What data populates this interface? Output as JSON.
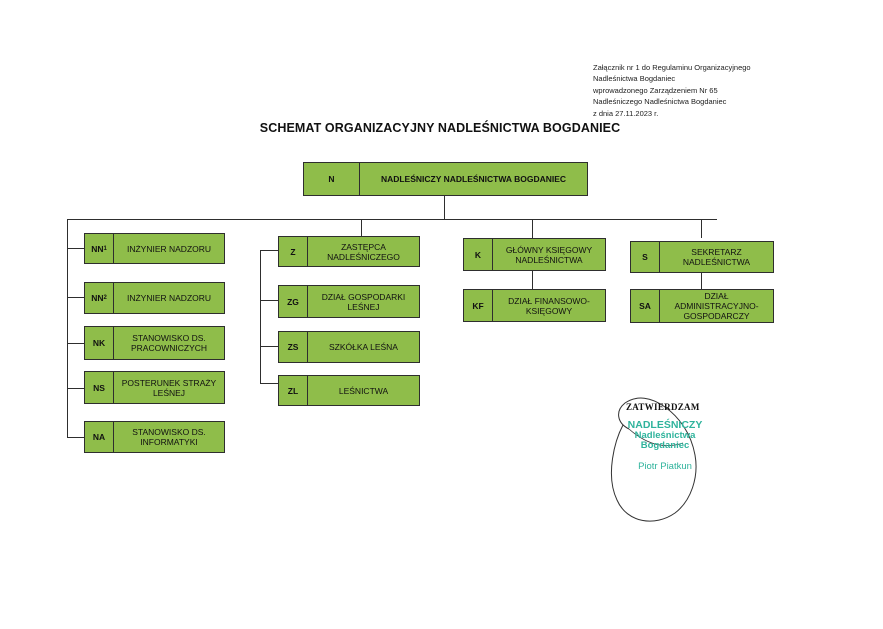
{
  "header_note": [
    "Załącznik nr 1 do Regulaminu Organizacyjnego",
    "Nadleśnictwa Bogdaniec",
    "wprowadzonego Zarządzeniem Nr 65",
    "Nadleśniczego Nadleśnictwa Bogdaniec",
    "z dnia 27.11.2023 r."
  ],
  "title": "SCHEMAT ORGANIZACYJNY NADLEŚNICTWA BOGDANIEC",
  "root": {
    "code": "N",
    "name": "NADLEŚNICZY NADLEŚNICTWA BOGDANIEC"
  },
  "left_column": [
    {
      "code": "NN",
      "sub": "1",
      "name": "INŻYNIER NADZORU"
    },
    {
      "code": "NN",
      "sub": "2",
      "name": "INŻYNIER NADZORU"
    },
    {
      "code": "NK",
      "sub": "",
      "name": "STANOWISKO DS. PRACOWNICZYCH"
    },
    {
      "code": "NS",
      "sub": "",
      "name": "POSTERUNEK STRAŻY LEŚNEJ"
    },
    {
      "code": "NA",
      "sub": "",
      "name": "STANOWISKO DS. INFORMATYKI"
    }
  ],
  "deputy": {
    "head": {
      "code": "Z",
      "name": "ZASTĘPCA NADLEŚNICZEGO"
    },
    "units": [
      {
        "code": "ZG",
        "name": "DZIAŁ GOSPODARKI LEŚNEJ"
      },
      {
        "code": "ZS",
        "name": "SZKÓŁKA LEŚNA"
      },
      {
        "code": "ZL",
        "name": "LEŚNICTWA"
      }
    ]
  },
  "accountant": {
    "head": {
      "code": "K",
      "name": "GŁÓWNY KSIĘGOWY NADLEŚNICTWA"
    },
    "units": [
      {
        "code": "KF",
        "name": "DZIAŁ FINANSOWO-KSIĘGOWY"
      }
    ]
  },
  "secretary": {
    "head": {
      "code": "S",
      "name": "SEKRETARZ NADLEŚNICTWA"
    },
    "units": [
      {
        "code": "SA",
        "name": "DZIAŁ ADMINISTRACYJNO-GOSPODARCZY"
      }
    ]
  },
  "approval": {
    "label": "ZATWIERDZAM",
    "stamp": [
      "NADLEŚNICZY",
      "Nadleśnictwa",
      "Bogdaniec",
      "Piotr Piatkun"
    ],
    "stamp_color": "#2fb39c"
  },
  "box_color": "#8fbd4a"
}
